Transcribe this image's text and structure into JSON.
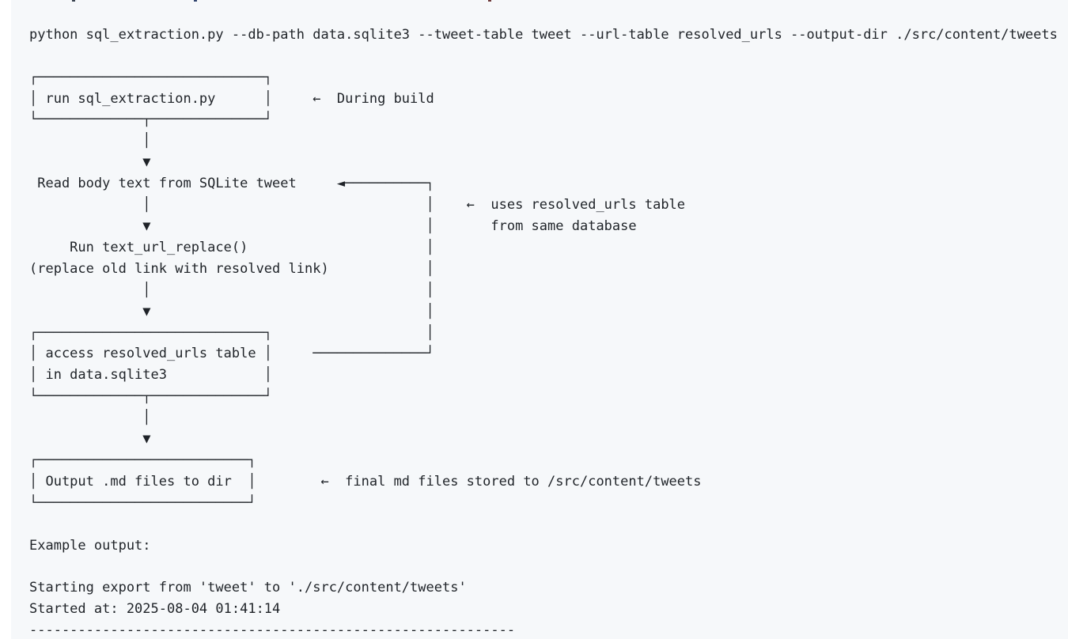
{
  "code_block": {
    "background": "#f6f8fa",
    "text_color": "#1f2328",
    "command": "python sql_extraction.py --db-path data.sqlite3 --tweet-table tweet --url-table resolved_urls --output-dir ./src/content/tweets",
    "flowchart": {
      "nodes": [
        "run sql_extraction.py",
        "Read body text from SQLite tweet",
        "Run text_url_replace() (replace old link with resolved link)",
        "access resolved_urls table in data.sqlite3",
        "Output .md files to dir"
      ],
      "annotations": [
        "During build",
        "uses resolved_urls table from same database",
        "final md files stored to /src/content/tweets"
      ]
    },
    "example": {
      "heading": "Example output:",
      "output_lines": [
        "Starting export from 'tweet' to './src/content/tweets'",
        "Started at: 2025-08-04 01:41:14"
      ]
    },
    "lines": [
      "",
      "",
      "python sql_extraction.py --db-path data.sqlite3 --tweet-table tweet --url-table resolved_urls --output-dir ./src/content/tweets",
      "",
      "┌────────────────────────────┐",
      "│ run sql_extraction.py      │     ←  During build",
      "└─────────────┬──────────────┘",
      "              │",
      "              ▼",
      " Read body text from SQLite tweet     ◄──────────┐",
      "              │                                  │    ←  uses resolved_urls table",
      "              ▼                                  │       from same database",
      "     Run text_url_replace()                      │",
      "(replace old link with resolved link)            │",
      "              │                                  │",
      "              ▼                                  │",
      "┌────────────────────────────┐                   │",
      "│ access resolved_urls table │     ──────────────┘",
      "│ in data.sqlite3            │",
      "└─────────────┬──────────────┘",
      "              │",
      "              ▼",
      "┌──────────────────────────┐",
      "│ Output .md files to dir  │        ←  final md files stored to /src/content/tweets",
      "└──────────────────────────┘",
      "",
      "Example output:",
      "",
      "Starting export from 'tweet' to './src/content/tweets'",
      "Started at: 2025-08-04 01:41:14",
      "------------------------------------------------------------"
    ]
  }
}
